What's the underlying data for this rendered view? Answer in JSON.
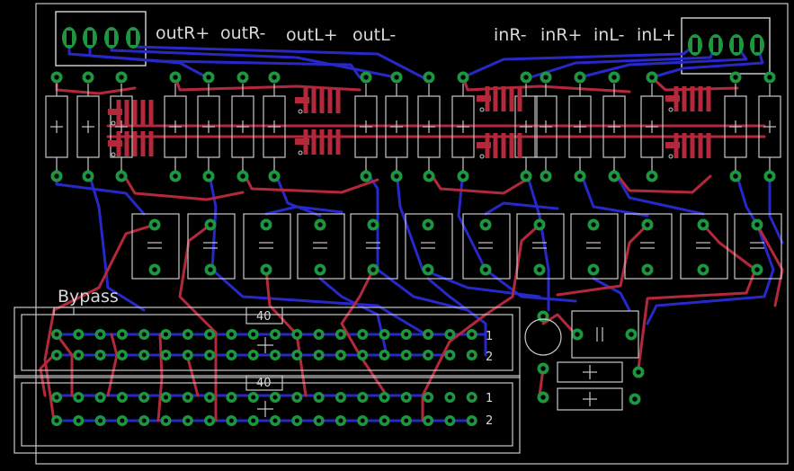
{
  "labels": {
    "out_r_plus": "outR+",
    "out_r_minus": "outR-",
    "out_l_plus": "outL+",
    "out_l_minus": "outL-",
    "in_r_minus": "inR-",
    "in_r_plus": "inR+",
    "in_l_minus": "inL-",
    "in_l_plus": "inL+",
    "bypass": "Bypass",
    "header_top_value": "40",
    "header_bottom_value": "40",
    "row_1_top": "1",
    "row_2_top": "2",
    "row_1_bottom": "1",
    "row_2_bottom": "2"
  },
  "colors": {
    "background": "#000000",
    "silkscreen": "#c8c8c8",
    "top_copper": "#b4283c",
    "bottom_copper": "#2828c8",
    "pad": "#1e9640",
    "hole": "#000000"
  }
}
